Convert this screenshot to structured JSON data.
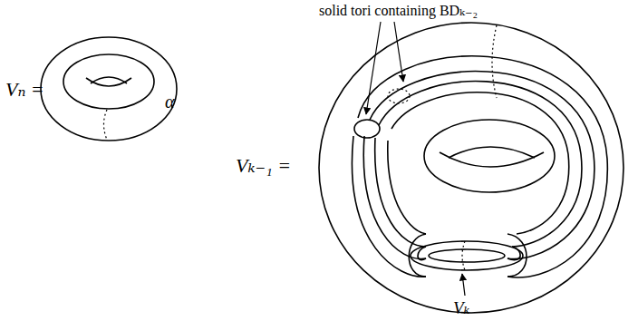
{
  "diagram": {
    "labels": [
      "Vₙ =",
      "α",
      "Vₖ₋₁ =",
      "solid tori containing BDₖ₋₂",
      "Vₖ"
    ]
  }
}
